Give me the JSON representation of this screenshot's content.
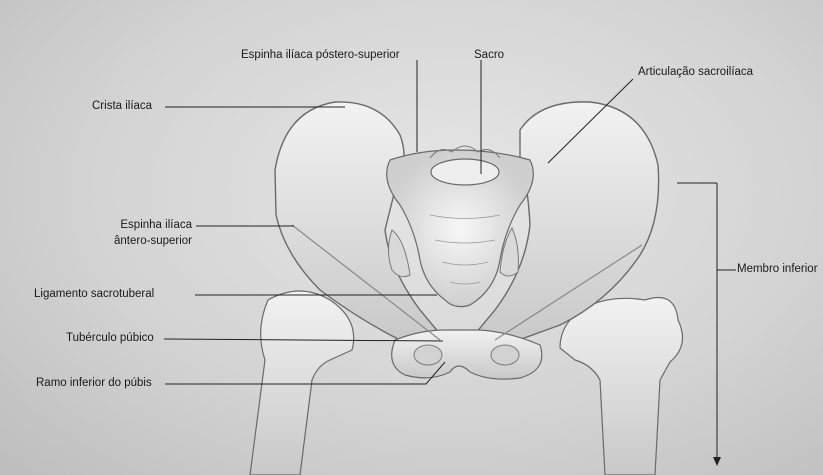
{
  "labels": {
    "espinha_posterior": "Espinha ilíaca póstero-superior",
    "sacro": "Sacro",
    "articulacao": "Articulação sacroilíaca",
    "crista": "Crista ilíaca",
    "espinha_anterior_1": "Espinha ilíaca",
    "espinha_anterior_2": "ântero-superior",
    "ligamento": "Ligamento sacrotuberal",
    "tuberculo": "Tubérculo púbico",
    "ramo": "Ramo inferior do púbis",
    "membro": "Membro inferior"
  }
}
